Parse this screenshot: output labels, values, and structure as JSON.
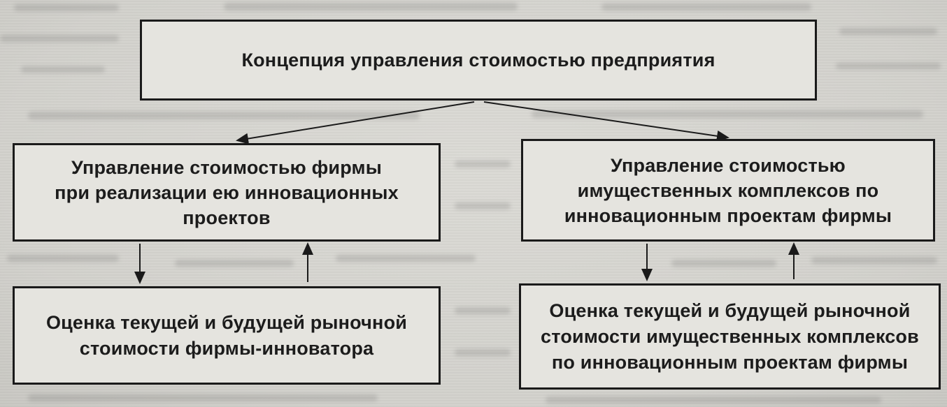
{
  "diagram": {
    "title": "Концепция управления стоимостью предприятия",
    "root": {
      "label": "Концепция управления стоимостью предприятия"
    },
    "left_branch": {
      "management_label": "Управление  стоимостью фирмы\nпри реализации ею инновационных\nпроектов",
      "assessment_label": "Оценка текущей и будущей рыночной\nстоимости фирмы-инноватора"
    },
    "right_branch": {
      "management_label": "Управление стоимостью\nимущественных комплексов по\nинновационным проектам фирмы",
      "assessment_label": "Оценка текущей и будущей рыночной\nстоимости имущественных комплексов\nпо инновационным проектам фирмы"
    },
    "colors": {
      "paper": "#d7d6d1",
      "box_fill": "#e5e4df",
      "line": "#1a1a1a",
      "text": "#1c1c1c"
    }
  }
}
